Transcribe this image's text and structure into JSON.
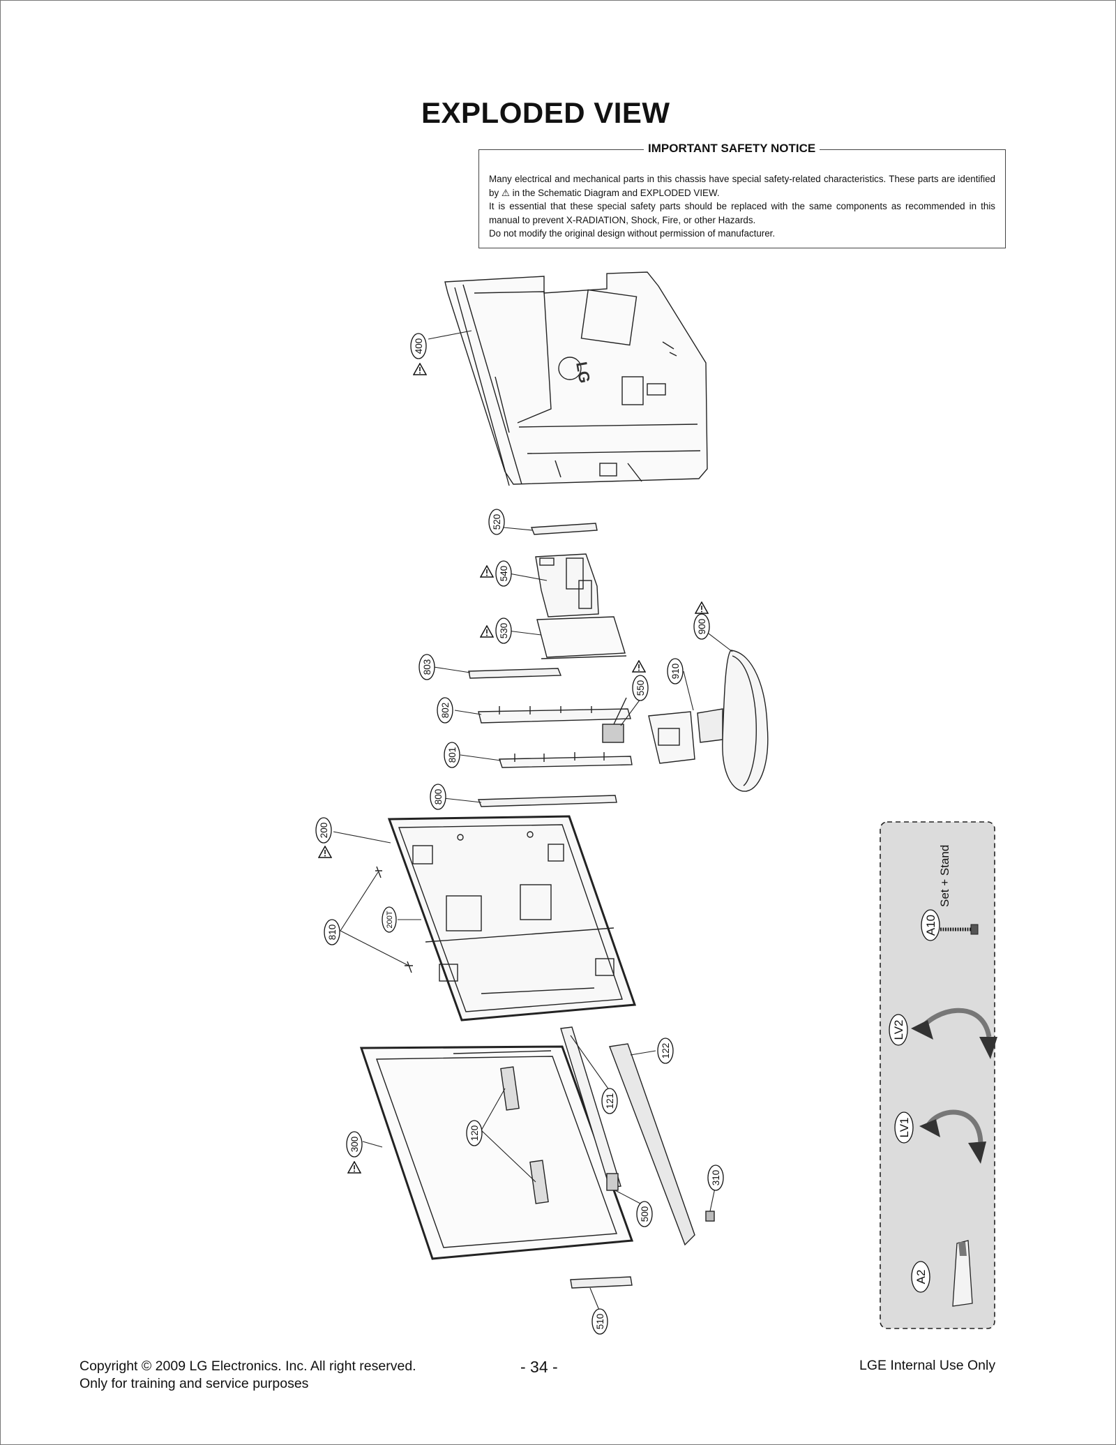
{
  "page": {
    "title": "EXPLODED VIEW",
    "page_number": "- 34 -"
  },
  "notice": {
    "heading": "IMPORTANT SAFETY NOTICE",
    "line1_a": "Many electrical and mechanical parts in this chassis have special safety-related characteristics. These parts are identified by",
    "line1_b": "in the Schematic Diagram and EXPLODED VIEW.",
    "line2": "It is essential that these special safety parts should be replaced with the same components as recommended in this manual to prevent X-RADIATION, Shock, Fire, or other Hazards.",
    "line3": "Do not modify the original design without permission of manufacturer."
  },
  "parts": {
    "p400": "400",
    "p520": "520",
    "p540": "540",
    "p530": "530",
    "p900": "900",
    "p803": "803",
    "p910": "910",
    "p550": "550",
    "p802": "802",
    "p801": "801",
    "p800": "800",
    "p200": "200",
    "p200t": "200T",
    "p810": "810",
    "p122": "122",
    "p121": "121",
    "p120": "120",
    "p300": "300",
    "p310": "310",
    "p500": "500",
    "p510": "510"
  },
  "accessories": {
    "a10": "A10",
    "set_stand": "Set + Stand",
    "lv2": "LV2",
    "lv1": "LV1",
    "a2": "A2"
  },
  "logo_text": "LG",
  "footer": {
    "copyright": "Copyright © 2009 LG Electronics. Inc. All right reserved.",
    "training": "Only for training and service purposes",
    "internal": "LGE Internal Use Only"
  }
}
